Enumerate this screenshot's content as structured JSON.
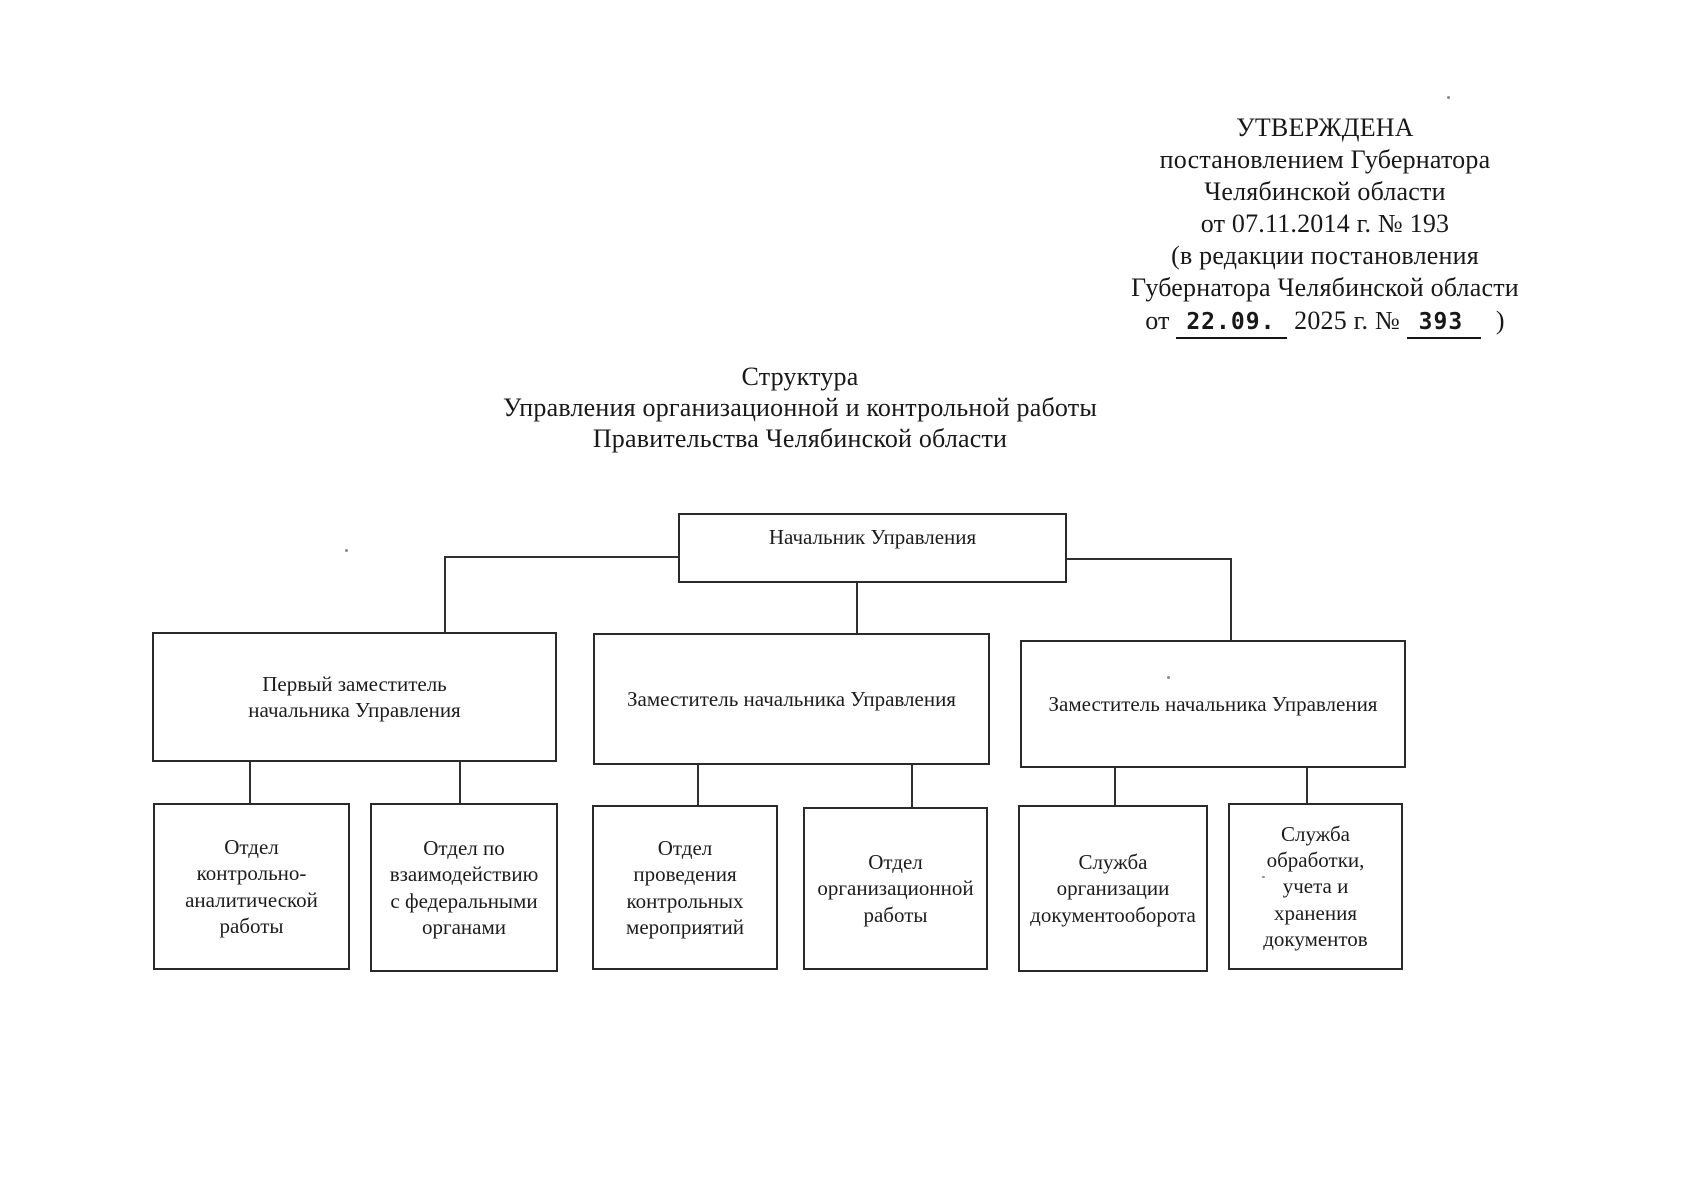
{
  "document": {
    "approval_block": {
      "lines": [
        "УТВЕРЖДЕНА",
        "постановлением Губернатора",
        "Челябинской области",
        "от 07.11.2014 г. № 193",
        "(в редакции постановления",
        "Губернатора Челябинской области"
      ],
      "amendment": {
        "prefix": "от",
        "date_value": "22.09.",
        "middle": "2025 г. №",
        "number_value": "393",
        "suffix": ")"
      }
    },
    "title_lines": [
      "Структура",
      "Управления организационной и контрольной работы",
      "Правительства Челябинской области"
    ]
  },
  "org_chart": {
    "type": "org-hierarchy",
    "root": {
      "label": "Начальник Управления"
    },
    "branches": [
      {
        "label": "Первый заместитель начальника Управления",
        "children": [
          {
            "label": "Отдел контрольно-аналитической работы"
          },
          {
            "label": "Отдел по взаимодействию с федеральными органами"
          }
        ]
      },
      {
        "label": "Заместитель начальника Управления",
        "children": [
          {
            "label": "Отдел проведения контрольных мероприятий"
          },
          {
            "label": "Отдел организационной работы"
          }
        ]
      },
      {
        "label": "Заместитель начальника Управления",
        "children": [
          {
            "label": "Служба организации документооборота"
          },
          {
            "label": "Служба обработки, учета и хранения документов"
          }
        ]
      }
    ]
  }
}
